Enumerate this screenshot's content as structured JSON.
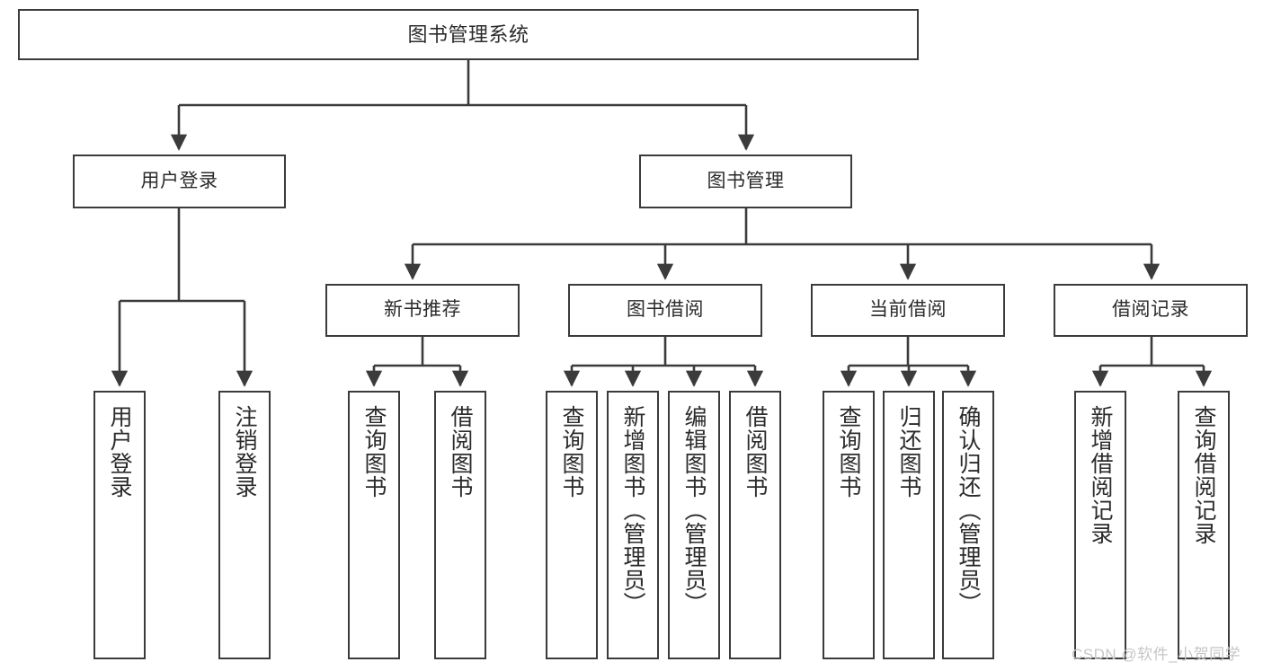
{
  "diagram": {
    "type": "hierarchy-tree",
    "title": "图书管理系统",
    "watermark": "CSDN @软件_小贺同学",
    "colors": {
      "stroke": "#3b3b3b",
      "fill": "#ffffff",
      "text": "#2b2b2b",
      "watermark": "#c6c6c6"
    },
    "levels": [
      {
        "level": 1,
        "nodes": [
          {
            "id": "root",
            "label": "图书管理系统",
            "orientation": "horizontal"
          }
        ]
      },
      {
        "level": 2,
        "nodes": [
          {
            "id": "l2-0",
            "label": "用户登录",
            "orientation": "horizontal",
            "parent": "root"
          },
          {
            "id": "l2-1",
            "label": "图书管理",
            "orientation": "horizontal",
            "parent": "root"
          }
        ]
      },
      {
        "level": 3,
        "nodes": [
          {
            "id": "l3-0",
            "label": "新书推荐",
            "orientation": "horizontal",
            "parent": "l2-1"
          },
          {
            "id": "l3-1",
            "label": "图书借阅",
            "orientation": "horizontal",
            "parent": "l2-1"
          },
          {
            "id": "l3-2",
            "label": "当前借阅",
            "orientation": "horizontal",
            "parent": "l2-1"
          },
          {
            "id": "l3-3",
            "label": "借阅记录",
            "orientation": "horizontal",
            "parent": "l2-1"
          }
        ]
      },
      {
        "level": 4,
        "nodes": [
          {
            "id": "leaf-0",
            "label": "用户登录",
            "orientation": "vertical",
            "parent": "l2-0"
          },
          {
            "id": "leaf-1",
            "label": "注销登录",
            "orientation": "vertical",
            "parent": "l2-0"
          },
          {
            "id": "leaf-2",
            "label": "查询图书",
            "orientation": "vertical",
            "parent": "l3-0"
          },
          {
            "id": "leaf-3",
            "label": "借阅图书",
            "orientation": "vertical",
            "parent": "l3-0"
          },
          {
            "id": "leaf-4",
            "label": "查询图书",
            "orientation": "vertical",
            "parent": "l3-1"
          },
          {
            "id": "leaf-5",
            "label": "新增图书（管理员）",
            "orientation": "vertical",
            "parent": "l3-1"
          },
          {
            "id": "leaf-6",
            "label": "编辑图书（管理员）",
            "orientation": "vertical",
            "parent": "l3-1"
          },
          {
            "id": "leaf-7",
            "label": "借阅图书",
            "orientation": "vertical",
            "parent": "l3-1"
          },
          {
            "id": "leaf-8",
            "label": "查询图书",
            "orientation": "vertical",
            "parent": "l3-2"
          },
          {
            "id": "leaf-9",
            "label": "归还图书",
            "orientation": "vertical",
            "parent": "l3-2"
          },
          {
            "id": "leaf-10",
            "label": "确认归还（管理员）",
            "orientation": "vertical",
            "parent": "l3-2"
          },
          {
            "id": "leaf-11",
            "label": "新增借阅记录",
            "orientation": "vertical",
            "parent": "l3-3"
          },
          {
            "id": "leaf-12",
            "label": "查询借阅记录",
            "orientation": "vertical",
            "parent": "l3-3"
          }
        ]
      }
    ]
  }
}
